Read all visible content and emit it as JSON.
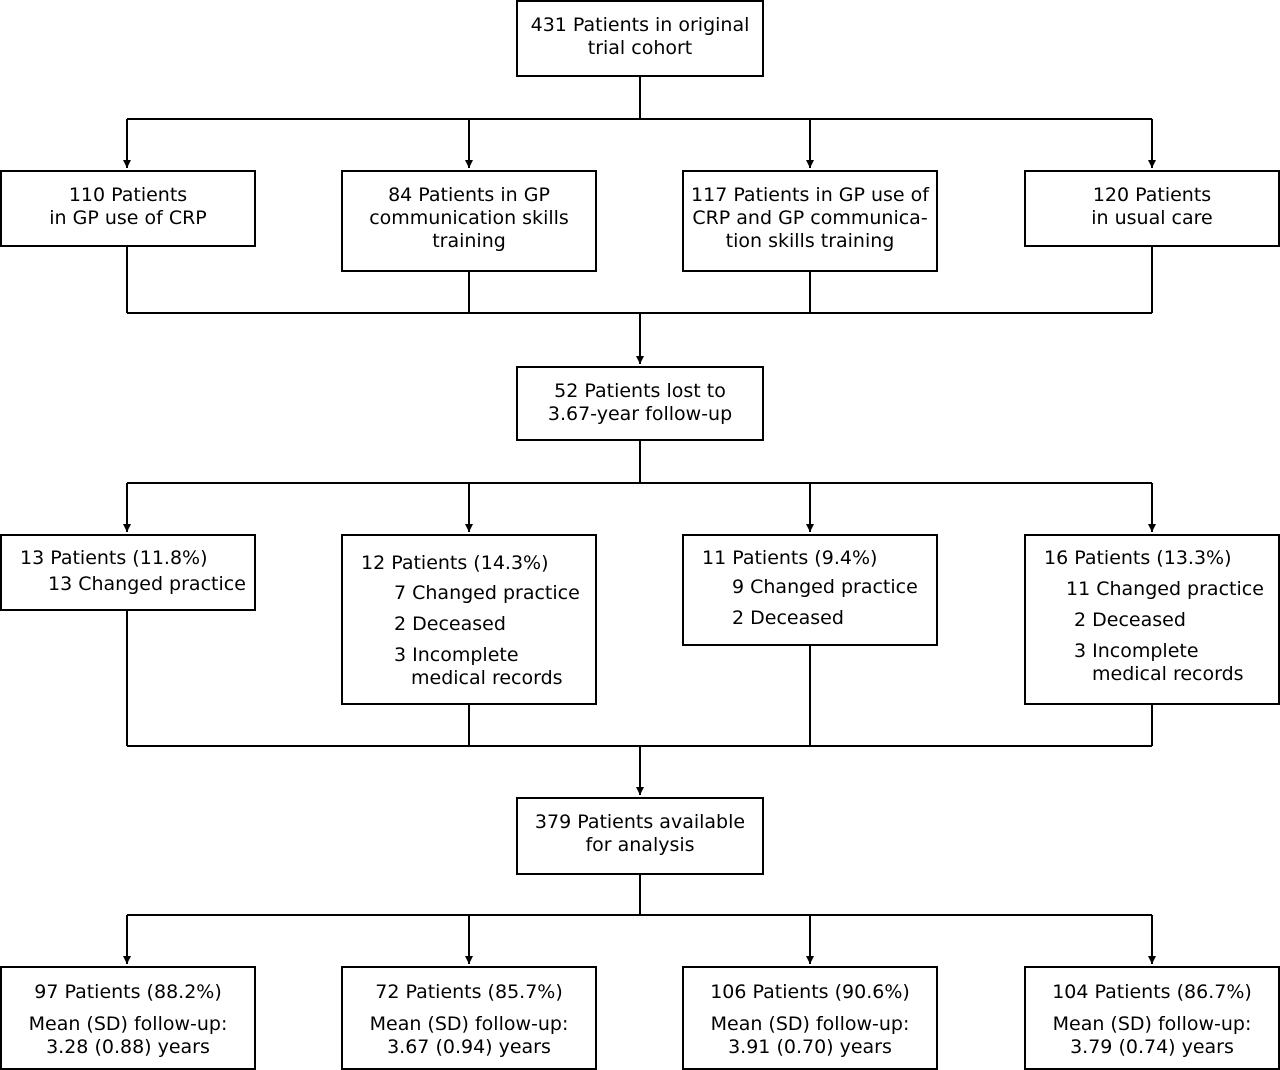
{
  "top": {
    "lines": [
      "431 Patients in original",
      "trial cohort"
    ]
  },
  "groups": [
    {
      "lines": [
        "110 Patients",
        "in GP use of CRP"
      ]
    },
    {
      "lines": [
        "84 Patients in GP",
        "communication skills",
        "training"
      ]
    },
    {
      "lines": [
        "117 Patients in GP use of",
        "CRP and GP communica-",
        "tion skills training"
      ]
    },
    {
      "lines": [
        "120 Patients",
        "in usual care"
      ]
    }
  ],
  "lost": {
    "lines": [
      "52 Patients lost to",
      "3.67-year follow-up"
    ]
  },
  "losses": [
    {
      "head": "13 Patients (11.8%)",
      "items": [
        [
          "13 Changed practice"
        ]
      ]
    },
    {
      "head": "12 Patients (14.3%)",
      "items": [
        [
          "7 Changed practice"
        ],
        [
          "2 Deceased"
        ],
        [
          "3 Incomplete",
          "medical records"
        ]
      ]
    },
    {
      "head": "11 Patients (9.4%)",
      "items": [
        [
          "9 Changed practice"
        ],
        [
          "2 Deceased"
        ]
      ]
    },
    {
      "head": "16 Patients (13.3%)",
      "items": [
        [
          "11 Changed practice"
        ],
        [
          "2 Deceased"
        ],
        [
          "3 Incomplete",
          "medical records"
        ]
      ]
    }
  ],
  "available": {
    "lines": [
      "379 Patients available",
      "for analysis"
    ]
  },
  "followups": [
    {
      "n": "97 Patients (88.2%)",
      "label": "Mean (SD) follow-up:",
      "value": "3.28 (0.88) years"
    },
    {
      "n": "72 Patients (85.7%)",
      "label": "Mean (SD) follow-up:",
      "value": "3.67 (0.94) years"
    },
    {
      "n": "106 Patients (90.6%)",
      "label": "Mean (SD) follow-up:",
      "value": "3.91 (0.70) years"
    },
    {
      "n": "104 Patients (86.7%)",
      "label": "Mean (SD) follow-up:",
      "value": "3.79 (0.74) years"
    }
  ]
}
